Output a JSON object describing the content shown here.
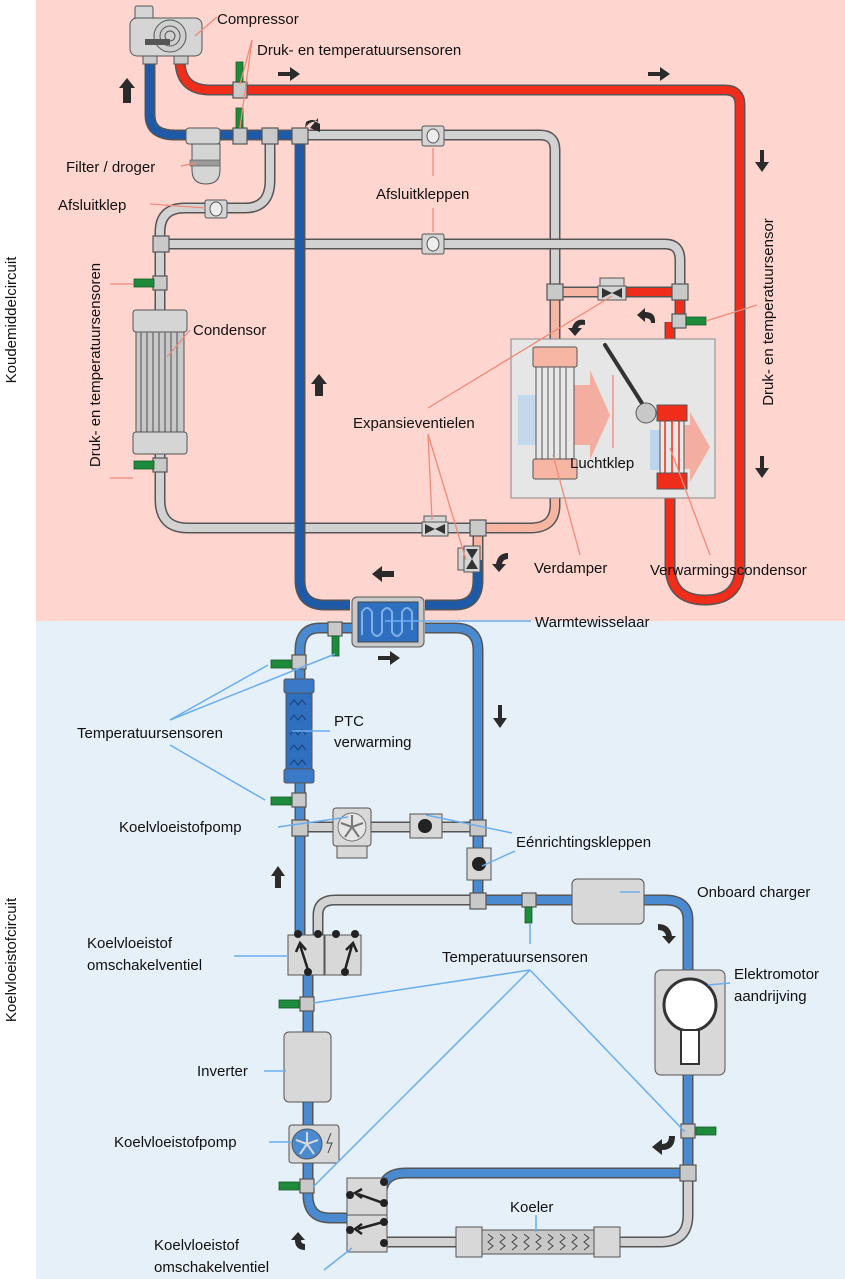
{
  "colors": {
    "refrigerant_bg": "#ffd6cf",
    "coolant_bg": "#e6f0f8",
    "hot_pipe": "#f02d1a",
    "cold_pipe": "#1e5aa8",
    "coolant_pipe": "#4a8ad0",
    "neutral_pipe": "#d2d2d2",
    "warm_pipe": "#f7b6a4",
    "sensor": "#1e8a3c",
    "leader_refrigerant": "#f08a78",
    "leader_coolant": "#6aaef0"
  },
  "sections": {
    "refrigerant": "Koudemiddelcircuit",
    "coolant": "Koelvloeistofcircuit"
  },
  "labels": {
    "compressor": "Compressor",
    "pt_sensors_top": "Druk- en temperatuursensoren",
    "filter_dryer": "Filter / droger",
    "shutoff_valve": "Afsluitklep",
    "shutoff_valves": "Afsluitkleppen",
    "pt_sensors_left": "Druk- en temperatuursensoren",
    "condenser": "Condensor",
    "expansion_valves": "Expansieventielen",
    "air_flap": "Luchtklep",
    "evaporator": "Verdamper",
    "heating_condenser": "Verwarmingscondensor",
    "pt_sensor_right": "Druk- en temperatuursensor",
    "heat_exchanger": "Warmtewisselaar",
    "temp_sensors_1": "Temperatuursensoren",
    "ptc_line1": "PTC",
    "ptc_line2": "verwarming",
    "coolant_pump_1": "Koelvloeistofpomp",
    "check_valves": "Eénrichtingskleppen",
    "onboard_charger": "Onboard charger",
    "switch_valve_1_line1": "Koelvloeistof",
    "switch_valve_1_line2": "omschakelventiel",
    "temp_sensors_2": "Temperatuursensoren",
    "motor_line1": "Elektromotor",
    "motor_line2": "aandrijving",
    "inverter": "Inverter",
    "coolant_pump_2": "Koelvloeistofpomp",
    "cooler": "Koeler",
    "switch_valve_2_line1": "Koelvloeistof",
    "switch_valve_2_line2": "omschakelventiel"
  },
  "icons": {
    "flow_arrow": "arrow",
    "sensor": "sensor-probe",
    "fan": "pump-impeller",
    "check_valve": "ball-valve",
    "expansion_valve": "bowtie-valve"
  }
}
